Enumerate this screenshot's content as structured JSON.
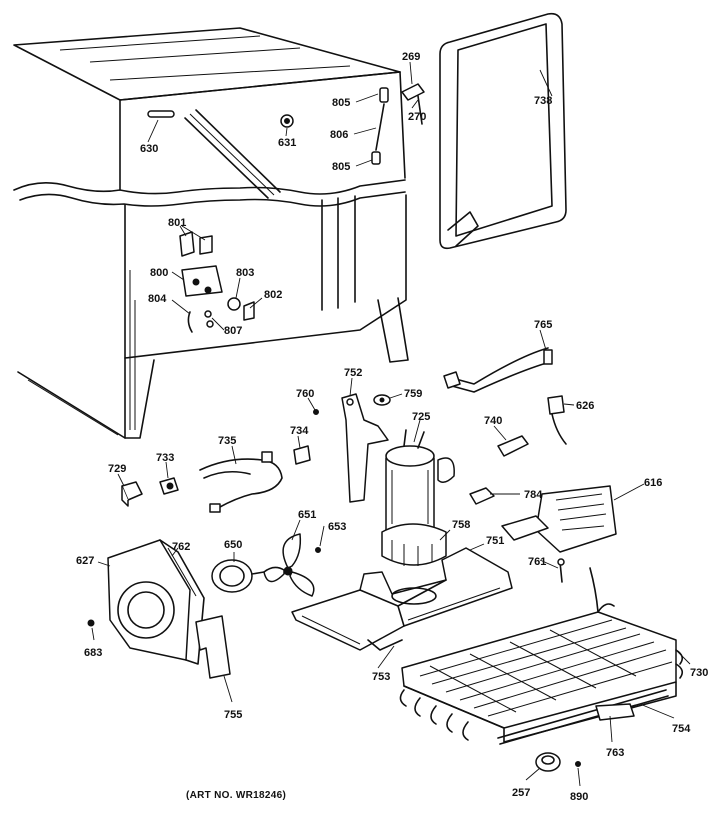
{
  "art_number": "(ART NO. WR18246)",
  "callouts": {
    "p269": "269",
    "p270": "270",
    "p805a": "805",
    "p806": "806",
    "p805b": "805",
    "p738": "738",
    "p630": "630",
    "p631": "631",
    "p801": "801",
    "p800": "800",
    "p803": "803",
    "p802": "802",
    "p804": "804",
    "p807": "807",
    "p765": "765",
    "p752": "752",
    "p760": "760",
    "p759": "759",
    "p725": "725",
    "p740": "740",
    "p626": "626",
    "p735": "735",
    "p734": "734",
    "p733": "733",
    "p729": "729",
    "p784": "784",
    "p616": "616",
    "p651": "651",
    "p653": "653",
    "p758": "758",
    "p751": "751",
    "p627": "627",
    "p762": "762",
    "p650": "650",
    "p761": "761",
    "p683": "683",
    "p753": "753",
    "p730": "730",
    "p755": "755",
    "p754": "754",
    "p763": "763",
    "p257": "257",
    "p890": "890"
  }
}
